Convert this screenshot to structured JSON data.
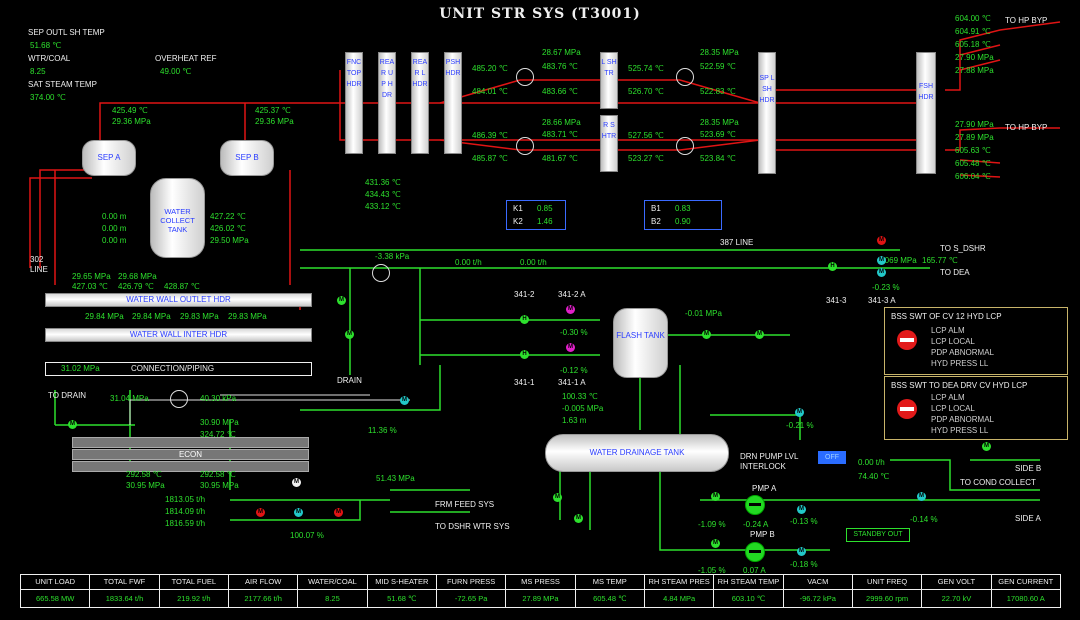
{
  "title": "UNIT STR SYS (T3001)",
  "colors": {
    "measured": "#2de02d",
    "pipe_steam": "#e01414",
    "pipe_water": "#2de02d",
    "text": "#f0f0f0",
    "vessel_label": "#2a3cff"
  },
  "top_left": {
    "sep_outl_label": "SEP OUTL SH TEMP",
    "sep_outl_value": "51.68 ℃",
    "wtr_coal_label": "WTR/COAL",
    "wtr_coal_value": "8.25",
    "sat_steam_label": "SAT STEAM TEMP",
    "sat_steam_value": "374.00 ℃",
    "overheat_label": "OVERHEAT REF",
    "overheat_value": "49.00 ℃"
  },
  "separators": {
    "sep_a": "SEP A",
    "sep_b": "SEP B",
    "sep_a_temp": "425.49 ℃",
    "sep_a_press": "29.36 MPa",
    "sep_b_temp": "425.37 ℃",
    "sep_b_press": "29.36 MPa",
    "levels": [
      "0.00 m",
      "0.00 m",
      "0.00 m"
    ],
    "tank": "WATER COLLECT TANK",
    "tank_vals": [
      "427.22 ℃",
      "426.02 ℃",
      "29.50 MPa"
    ]
  },
  "headers": {
    "fnc_top": "FNC TOP HDR",
    "rear_up": "REAR UP HDR",
    "rear_l": "REAR L HDR",
    "psh": "PSH HDR",
    "l_shtr": "L SHTR",
    "r_shtr": "R SHTR",
    "sp_lsh": "SP LSH HDR",
    "fsh": "FSH HDR",
    "below_vals": [
      "431.36 ℃",
      "434.43 ℃",
      "433.12 ℃"
    ],
    "psh_left": [
      "485.20 ℃",
      "484.01 ℃",
      "486.39 ℃",
      "485.87 ℃"
    ],
    "upper_mid": [
      "28.67 MPa",
      "483.76 ℃",
      "483.66 ℃"
    ],
    "lower_mid": [
      "28.66 MPa",
      "483.71 ℃",
      "481.67 ℃"
    ],
    "shtr_out": [
      "525.74 ℃",
      "526.70 ℃",
      "527.56 ℃",
      "523.27 ℃"
    ],
    "sp_upper": [
      "28.35 MPa",
      "522.59 ℃",
      "522.83 ℃"
    ],
    "sp_lower": [
      "28.35 MPa",
      "523.69 ℃",
      "523.84 ℃"
    ]
  },
  "outlets": {
    "upper": [
      "604.00 ℃",
      "604.91 ℃",
      "605.18 ℃",
      "27.90 MPa",
      "27.88 MPa"
    ],
    "lower": [
      "27.90 MPa",
      "27.89 MPa",
      "605.63 ℃",
      "605.48 ℃",
      "606.04 ℃"
    ],
    "to_hp_byp_1": "TO HP BYP",
    "to_hp_byp_2": "TO HP BYP"
  },
  "k_b": {
    "k1": "K1",
    "k1v": "0.85",
    "k2": "K2",
    "k2v": "1.46",
    "b1": "B1",
    "b1v": "0.83",
    "b2": "B2",
    "b2v": "0.90"
  },
  "lines": {
    "line_302": "302 LINE",
    "line_387": "387 LINE",
    "to_s_dshr": "TO S_DSHR",
    "to_dea": "TO DEA",
    "press_left": "-3.38 kPa",
    "flow1": "0.00 t/h",
    "flow2": "0.00 t/h",
    "dea_flow": "1.069 MPa",
    "dea_temp": "165.77 ℃",
    "dea_pct": "-0.23 %",
    "v341_3": "341-3",
    "v341_3a": "341-3 A"
  },
  "waterwall": {
    "ww_left1": "29.65 MPa",
    "ww_left2": "29.68 MPa",
    "ww_temps": [
      "427.03 ℃",
      "426.79 ℃",
      "428.87 ℃"
    ],
    "outlet_hdr": "WATER WALL OUTLET HDR",
    "outlet_press": [
      "29.84 MPa",
      "29.84 MPa",
      "29.83 MPa",
      "29.83 MPa"
    ],
    "inter_hdr": "WATER WALL INTER HDR",
    "conn_press": "31.02 MPa",
    "conn": "CONNECTION/PIPING",
    "to_drain": "TO DRAIN",
    "drain": "DRAIN",
    "econ_in": "31.04 MPa",
    "econ_in2": "40.30 kPa",
    "econ_out_press": "30.90 MPa",
    "econ_out_temp": "324.72 ℃",
    "econ": "ECON",
    "pct_11": "11.36 %"
  },
  "feed": {
    "t1": "292.58 ℃",
    "p1": "30.95 MPa",
    "t2": "292.58 ℃",
    "p2": "30.95 MPa",
    "flows": [
      "1813.05 t/h",
      "1814.09 t/h",
      "1816.59 t/h"
    ],
    "flow_mid": "51.43 MPa",
    "pct_100": "100.07 %",
    "frm_feed": "FRM FEED SYS",
    "to_dshr": "TO DSHR WTR SYS"
  },
  "flash": {
    "v341_2": "341-2",
    "v341_2a": "341-2 A",
    "v341_1": "341-1",
    "v341_1a": "341-1 A",
    "pct_a": "-0.30 %",
    "pct_b": "-0.12 %",
    "press": "-0.01 MPa",
    "tank": "FLASH TANK",
    "temp": "100.33 ℃",
    "press2": "-0.005 MPa",
    "lvl": "1.63 m",
    "pct_c": "-0.21 %"
  },
  "drainage": {
    "tank": "WATER DRAINAGE TANK",
    "interlock": "DRN PUMP LVL INTERLOCK",
    "off": "OFF",
    "pmp_a": "PMP A",
    "pmp_b": "PMP B",
    "a_vals": [
      "-1.09 %",
      "-0.24 A",
      "-0.13 %",
      "-0.14 %"
    ],
    "b_vals": [
      "-1.05 %",
      "0.07 A",
      "-0.18 %"
    ],
    "flow": "0.00 t/h",
    "temp": "74.40 ℃",
    "side_b": "SIDE B",
    "side_a": "SIDE A",
    "to_cond": "TO COND COLLECT",
    "standby": "STANDBY OUT"
  },
  "alarm1": {
    "title": "BSS SWT OF CV 12 HYD LCP",
    "items": [
      "LCP ALM",
      "LCP LOCAL",
      "PDP ABNORMAL",
      "HYD PRESS LL"
    ]
  },
  "alarm2": {
    "title": "BSS SWT TO DEA DRV CV HYD LCP",
    "items": [
      "LCP ALM",
      "LCP LOCAL",
      "PDP ABNORMAL",
      "HYD PRESS LL"
    ]
  },
  "status": [
    {
      "h": "UNIT LOAD",
      "v": "665.58 MW"
    },
    {
      "h": "TOTAL FWF",
      "v": "1833.64 t/h"
    },
    {
      "h": "TOTAL FUEL",
      "v": "219.92 t/h"
    },
    {
      "h": "AIR FLOW",
      "v": "2177.66 t/h"
    },
    {
      "h": "WATER/COAL",
      "v": "8.25"
    },
    {
      "h": "MID S-HEATER",
      "v": "51.68 ℃"
    },
    {
      "h": "FURN PRESS",
      "v": "-72.65 Pa"
    },
    {
      "h": "MS PRESS",
      "v": "27.89 MPa"
    },
    {
      "h": "MS TEMP",
      "v": "605.48 ℃"
    },
    {
      "h": "RH STEAM PRES",
      "v": "4.84 MPa"
    },
    {
      "h": "RH STEAM TEMP",
      "v": "603.10 ℃"
    },
    {
      "h": "VACM",
      "v": "-96.72 kPa"
    },
    {
      "h": "UNIT FREQ",
      "v": "2999.60 rpm"
    },
    {
      "h": "GEN VOLT",
      "v": "22.70 kV"
    },
    {
      "h": "GEN CURRENT",
      "v": "17080.60 A"
    }
  ]
}
